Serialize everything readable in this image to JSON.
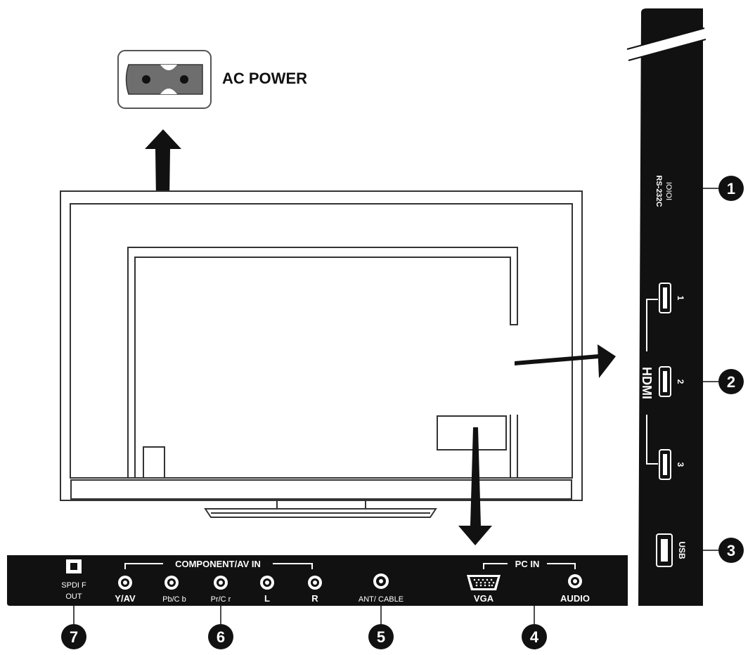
{
  "ac_power": {
    "label": "AC POWER"
  },
  "side_panel": {
    "rs232": {
      "line1": "RS-232C",
      "line2": "IOIOI"
    },
    "hdmi": {
      "logo": "HDMI",
      "ports": [
        "1",
        "2",
        "3"
      ]
    },
    "usb": {
      "label": "USB"
    }
  },
  "bottom_panel": {
    "spdif": {
      "line1": "SPDI F",
      "line2": "OUT"
    },
    "component_header": "COMPONENT/AV IN",
    "component_jacks": [
      "Y/AV",
      "Pb/C b",
      "Pr/C r",
      "L",
      "R"
    ],
    "antenna": "ANT/ CABLE",
    "pc_header": "PC IN",
    "vga": "VGA",
    "audio": "AUDIO"
  },
  "callouts": [
    "1",
    "2",
    "3",
    "4",
    "5",
    "6",
    "7"
  ]
}
